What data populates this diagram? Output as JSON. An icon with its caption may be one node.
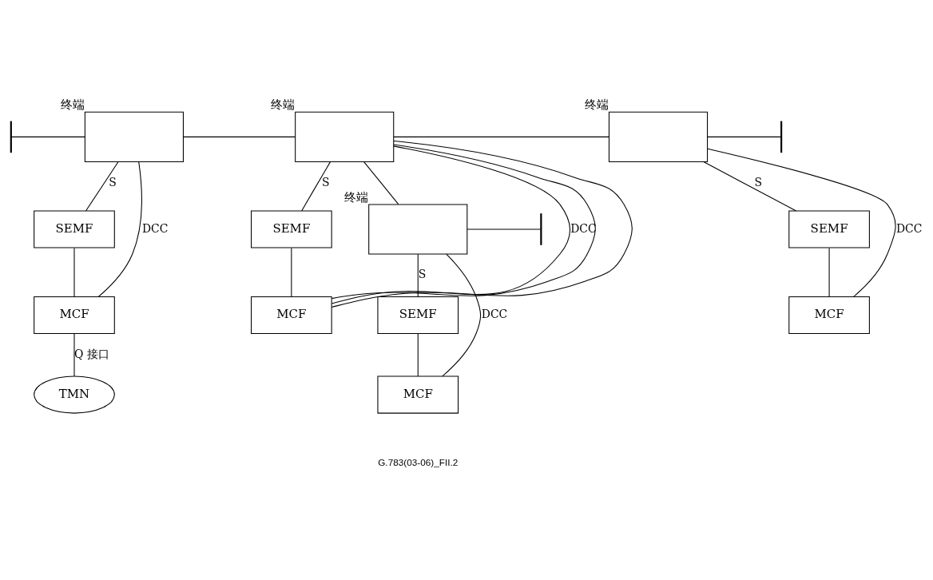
{
  "diagram": {
    "nodes": [
      {
        "text": [
          "终端"
        ]
      },
      {
        "text": [
          "SEMF"
        ]
      },
      {
        "text": [
          "MCF"
        ]
      },
      {
        "text": [
          "TMN"
        ]
      },
      {
        "text": [
          "终端"
        ]
      },
      {
        "text": [
          "SEMF"
        ]
      },
      {
        "text": [
          "MCF"
        ]
      },
      {
        "text": [
          "终端"
        ]
      },
      {
        "text": [
          "SEMF"
        ]
      },
      {
        "text": [
          "MCF"
        ]
      },
      {
        "text": [
          "终端"
        ]
      },
      {
        "text": [
          "SEMF"
        ]
      },
      {
        "text": [
          "MCF"
        ]
      }
    ],
    "edges": [
      {
        "from": null,
        "to": 0,
        "arrow": "none"
      },
      {
        "from": 0,
        "to": 1,
        "label": "S",
        "arrow": "none"
      },
      {
        "from": 1,
        "to": 2,
        "arrow": "none"
      },
      {
        "from": 2,
        "to": 0,
        "label": "DCC",
        "arrow": "none"
      },
      {
        "from": 2,
        "to": 3,
        "label": "Q 接口",
        "arrow": "none"
      },
      {
        "from": 0,
        "to": 4,
        "arrow": "none"
      },
      {
        "from": 4,
        "to": 5,
        "label": "S",
        "arrow": "none"
      },
      {
        "from": 5,
        "to": 6,
        "arrow": "none"
      },
      {
        "from": 6,
        "to": 4,
        "label": "DCC",
        "arrow": "none"
      },
      {
        "from": 6,
        "to": 4,
        "arrow": "none"
      },
      {
        "from": 6,
        "to": 4,
        "arrow": "none"
      },
      {
        "from": 4,
        "to": 7,
        "arrow": "none"
      },
      {
        "from": 4,
        "to": 10,
        "arrow": "none"
      },
      {
        "from": 7,
        "to": 8,
        "label": "S",
        "arrow": "none"
      },
      {
        "from": 8,
        "to": 9,
        "arrow": "none"
      },
      {
        "from": 9,
        "to": 7,
        "label": "DCC",
        "arrow": "none"
      },
      {
        "from": 7,
        "to": null,
        "arrow": "none"
      },
      {
        "from": 10,
        "to": 11,
        "label": "S",
        "arrow": "none"
      },
      {
        "from": 11,
        "to": 12,
        "arrow": "none"
      },
      {
        "from": 12,
        "to": 10,
        "label": "DCC",
        "arrow": "none"
      },
      {
        "from": 10,
        "to": null,
        "arrow": "none"
      }
    ],
    "labels": [
      "G.783(03-06)_FII.2"
    ]
  }
}
